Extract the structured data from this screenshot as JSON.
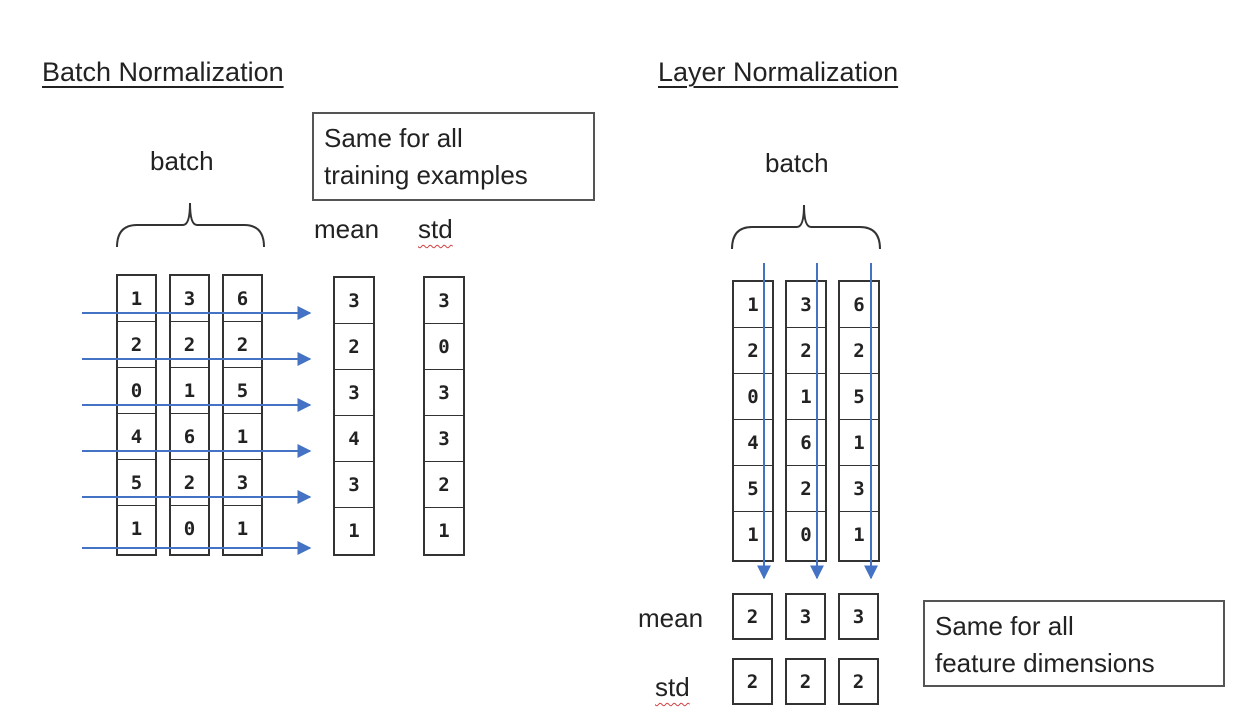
{
  "batch_norm": {
    "title": "Batch Normalization",
    "batch_label": "batch",
    "note": [
      "Same for all",
      "training examples"
    ],
    "mean_label": "mean",
    "std_label": "std",
    "matrix": [
      [
        1,
        3,
        6
      ],
      [
        2,
        2,
        2
      ],
      [
        0,
        1,
        5
      ],
      [
        4,
        6,
        1
      ],
      [
        5,
        2,
        3
      ],
      [
        1,
        0,
        1
      ]
    ],
    "mean": [
      3,
      2,
      3,
      4,
      3,
      1
    ],
    "std": [
      3,
      0,
      3,
      3,
      2,
      1
    ]
  },
  "layer_norm": {
    "title": "Layer Normalization",
    "batch_label": "batch",
    "note": [
      "Same for all",
      "feature dimensions"
    ],
    "mean_label": "mean",
    "std_label": "std",
    "matrix": [
      [
        1,
        3,
        6
      ],
      [
        2,
        2,
        2
      ],
      [
        0,
        1,
        5
      ],
      [
        4,
        6,
        1
      ],
      [
        5,
        2,
        3
      ],
      [
        1,
        0,
        1
      ]
    ],
    "mean": [
      2,
      3,
      3
    ],
    "std": [
      2,
      2,
      2
    ]
  },
  "colors": {
    "arrow": "#4472c4",
    "border": "#333333",
    "text": "#222222"
  }
}
